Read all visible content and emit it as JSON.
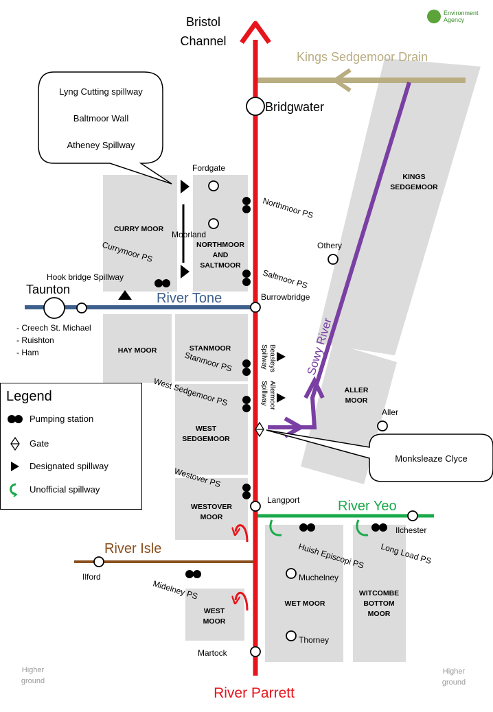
{
  "logo": {
    "text": "Environment Agency"
  },
  "rivers": {
    "parrett": "River Parrett",
    "tone": "River Tone",
    "yeo": "River Yeo",
    "isle": "River Isle",
    "sowy": "Sowy River",
    "kings_sedgemoor_drain": "Kings Sedgemoor Drain",
    "bristol_channel": [
      "Bristol",
      "Channel"
    ]
  },
  "colors": {
    "parrett": "#e8141b",
    "tone": "#3d5f8c",
    "yeo": "#1aaa4b",
    "isle": "#8a4f1e",
    "sowy": "#7a3fa3",
    "drain": "#b9ad82",
    "moor": "#dcdcdc",
    "higher_ground": "#9a9a9a"
  },
  "places": {
    "bridgwater": "Bridgwater",
    "taunton": "Taunton",
    "taunton_suburbs": [
      "- Creech St. Michael",
      "- Ruishton",
      "- Ham"
    ],
    "fordgate": "Fordgate",
    "moorland": "Moorland",
    "othery": "Othery",
    "burrowbridge": "Burrowbridge",
    "aller": "Aller",
    "langport": "Langport",
    "ilchester": "Ilchester",
    "ilford": "Ilford",
    "muchelney": "Muchelney",
    "thorney": "Thorney",
    "martock": "Martock",
    "higher_ground_left": [
      "Higher",
      "ground"
    ],
    "higher_ground_right": [
      "Higher",
      "ground"
    ]
  },
  "moors": {
    "curry": "CURRY MOOR",
    "northmoor": [
      "NORTHMOOR",
      "AND",
      "SALTMOOR"
    ],
    "kings_sedgemoor": [
      "KINGS",
      "SEDGEMOOR"
    ],
    "hay": "HAY MOOR",
    "stanmoor": "STANMOOR",
    "west_sedgemoor": [
      "WEST",
      "SEDGEMOOR"
    ],
    "aller": [
      "ALLER",
      "MOOR"
    ],
    "westover": [
      "WESTOVER",
      "MOOR"
    ],
    "west": [
      "WEST",
      "MOOR"
    ],
    "wet": "WET MOOR",
    "witcombe": [
      "WITCOMBE",
      "BOTTOM",
      "MOOR"
    ]
  },
  "pumping_stations": {
    "northmoor": "Northmoor PS",
    "saltmoor": "Saltmoor PS",
    "currymoor": "Currymoor PS",
    "stanmoor": "Stanmoor PS",
    "west_sedgemoor": "West Sedgemoor PS",
    "westover": "Westover PS",
    "huish_episcopi": "Huish Episcopi PS",
    "long_load": "Long Load PS",
    "midelney": "Midelney PS"
  },
  "spillways": {
    "hook_bridge": "Hook bridge Spillway",
    "beasleys": [
      "Beasleys",
      "Spillway"
    ],
    "allermoor": [
      "Allermoor",
      "Spillway"
    ]
  },
  "callouts": {
    "top_left": [
      "Lyng Cutting spillway",
      "Baltmoor Wall",
      "Atheney Spillway"
    ],
    "right": "Monksleaze Clyce"
  },
  "legend": {
    "title": "Legend",
    "items": [
      {
        "label": "Pumping station",
        "icon": "pumping-station-icon"
      },
      {
        "label": "Gate",
        "icon": "gate-icon"
      },
      {
        "label": "Designated spillway",
        "icon": "spillway-triangle-icon"
      },
      {
        "label": "Unofficial spillway",
        "icon": "curved-arrow-icon"
      }
    ]
  }
}
